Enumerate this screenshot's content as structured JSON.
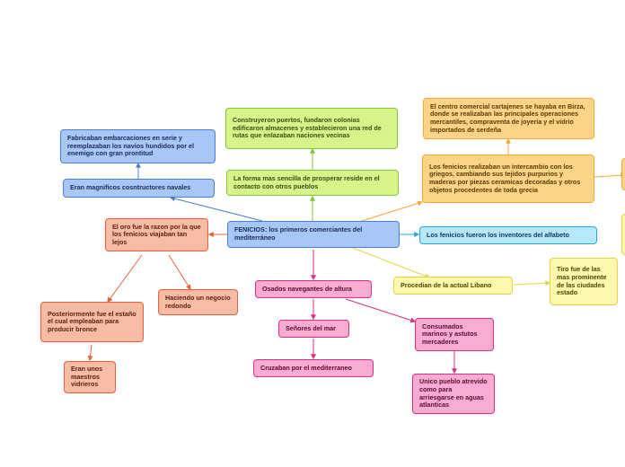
{
  "colors": {
    "blue": "#4a7fd6",
    "green": "#82c43c",
    "orange": "#f0a93a",
    "cyan": "#2aa7d9",
    "yellow": "#e3d34b",
    "salmon": "#e5603a",
    "pink": "#d92f86"
  },
  "nodes": {
    "center": "FENICIOS: los primeros comerciantes del mediterráneo",
    "fabricaban": "Fabricaban embarcaciones en serie y reemplazaban los navios hundidos por el enemigo con gran prontitud",
    "constructores": "Eran magnificos cosntructores navales",
    "construyeron": "Construyeron puertos, fundaron colonias edificaron almacenes y establecieron una red de rutas que enlazaban naciones vecinas",
    "forma": "La forma mas sencilla de prosperar reside en el contacto con otros pueblos",
    "cartagenes": "El centro comercial cartajenes se hayaba en Birza, donde se realizaban las principales operaciones mercantiles, compraventa de joyeria y el vidrio importados de serdeña",
    "intercambio": "Los fenicios realizaban un intercambio con los griegos, cambiando sus tejidos purpurios y maderas por piezas ceramicas decoradas y otros objetos procedentes de toda grecia",
    "alfabeto": "Los fenicios fueron los inventores del alfabeto",
    "libano": "Procedian de la actual Libano",
    "tiro": "Tiro fue de las mas prominente de las ciudades estado",
    "oro": "El oro fue la razon por la que los fenicios viajaban tan lejos",
    "estano": "Posteriormente fue el estaño el cual empleaban para producir bronce",
    "maestros": "Eran unos maestros vidrieros",
    "negocio": "Haciendo un negocio redondo",
    "osados": "Osados navegantes de altura",
    "senores": "Señores del mar",
    "cruzaban": "Cruzaban por el mediterraneo",
    "consumados": "Consumados marinos y astutos mercaderes",
    "unico": "Unico pueblo atrevido como para arriesgarse en aguas atlanticas"
  }
}
